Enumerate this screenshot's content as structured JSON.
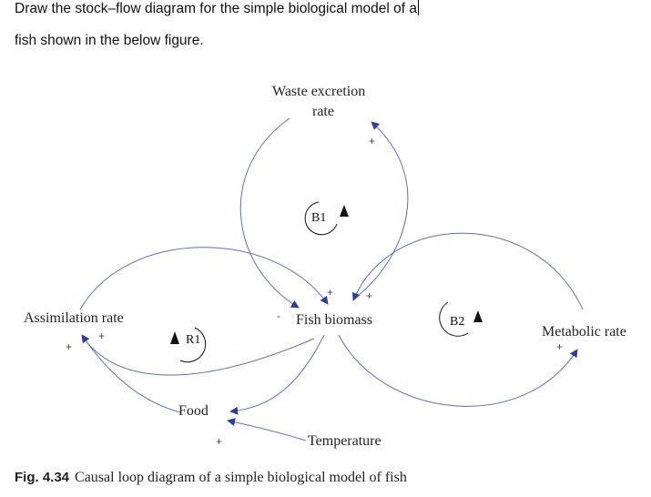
{
  "question": {
    "line1": "Draw the stock–flow diagram for the simple biological model of a",
    "line2": "fish shown in the below figure."
  },
  "diagram": {
    "nodes": {
      "waste_line1": "Waste excretion",
      "waste_line2": "rate",
      "fish": "Fish biomass",
      "assimilation": "Assimilation rate",
      "metabolic": "Metabolic rate",
      "food": "Food",
      "temperature": "Temperature"
    },
    "loops": {
      "b1": "B1",
      "b2": "B2",
      "r1": "R1"
    },
    "polarities": {
      "waste_in": "+",
      "fish_from_waste": "-",
      "fish_from_assim": "+",
      "fish_from_metab": "+",
      "assim_in": "+",
      "assim_left": "+",
      "metab_in": "+",
      "food_from_temp": "+"
    },
    "colors": {
      "arrow": "#2e3e9e",
      "curve": "#5a6fc0"
    }
  },
  "caption": {
    "label": "Fig. 4.34",
    "text": "Causal loop diagram of a simple biological model of fish"
  }
}
